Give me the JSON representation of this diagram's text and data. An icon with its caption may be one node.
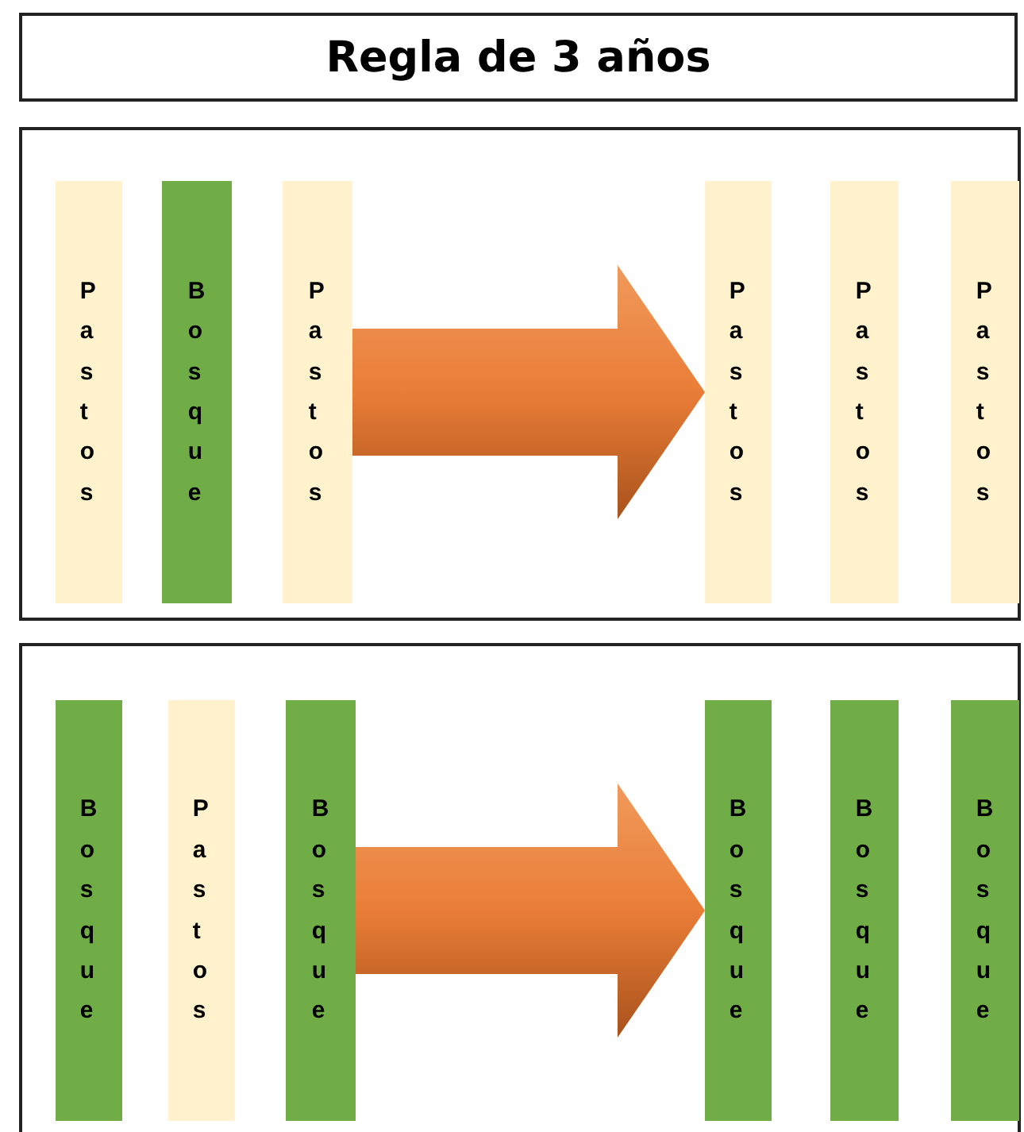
{
  "diagram": {
    "title": "Regla de 3 años",
    "nodes": [
      {
        "text": [],
        "shape": "box"
      },
      {
        "text": [
          "Pastos"
        ],
        "in": 0
      },
      {
        "text": [
          "Bosque"
        ],
        "in": 0
      },
      {
        "text": [
          "Pastos"
        ],
        "in": 0
      },
      {
        "text": [
          "Pastos"
        ],
        "in": 0
      },
      {
        "text": [
          "Pastos"
        ],
        "in": 0
      },
      {
        "text": [
          "Pastos"
        ],
        "in": 0
      },
      {
        "text": [],
        "shape": "box"
      },
      {
        "text": [
          "Bosque"
        ],
        "in": 7
      },
      {
        "text": [
          "Pastos"
        ],
        "in": 7
      },
      {
        "text": [
          "Bosque"
        ],
        "in": 7
      },
      {
        "text": [
          "Bosque"
        ],
        "in": 7
      },
      {
        "text": [
          "Bosque"
        ],
        "in": 7
      },
      {
        "text": [
          "Bosque"
        ],
        "in": 7
      }
    ],
    "edges": [
      {
        "from": 3,
        "to": 4,
        "arrow": "to"
      },
      {
        "from": 10,
        "to": 11,
        "arrow": "to"
      }
    ]
  }
}
